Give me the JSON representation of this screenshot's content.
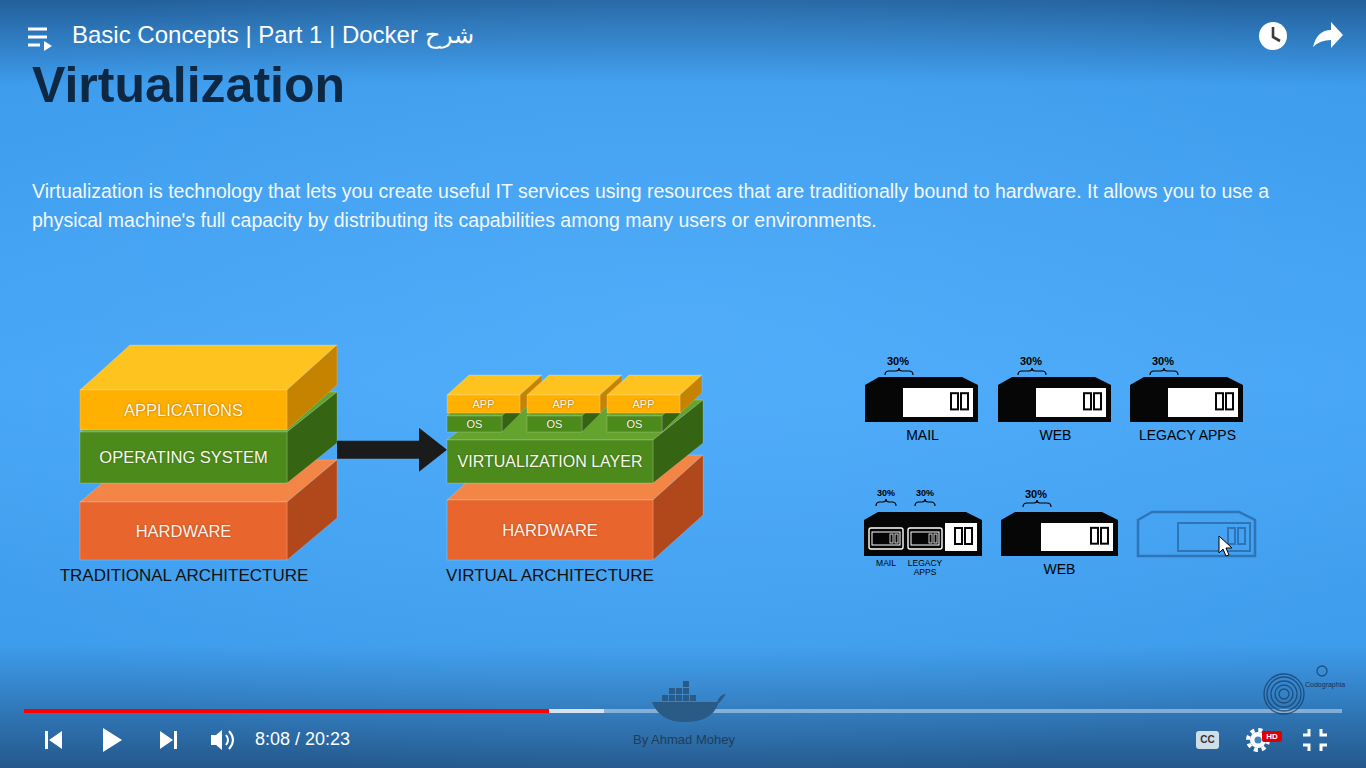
{
  "diagram": {
    "title": "Virtualization",
    "nodes": [
      {
        "text": [
          "APPLICATIONS"
        ]
      },
      {
        "text": [
          "OPERATING SYSTEM"
        ]
      },
      {
        "text": [
          "HARDWARE"
        ]
      },
      {
        "text": [
          "APP"
        ]
      },
      {
        "text": [
          "OS"
        ]
      },
      {
        "text": [
          "APP"
        ]
      },
      {
        "text": [
          "OS"
        ]
      },
      {
        "text": [
          "APP"
        ]
      },
      {
        "text": [
          "OS"
        ]
      },
      {
        "text": [
          "VIRTUALIZATION LAYER"
        ]
      },
      {
        "text": [
          "HARDWARE"
        ]
      },
      {
        "text": [
          "30%",
          "MAIL"
        ]
      },
      {
        "text": [
          "30%",
          "WEB"
        ]
      },
      {
        "text": [
          "30%",
          "LEGACY APPS"
        ]
      },
      {
        "text": [
          "30%",
          "MAIL"
        ]
      },
      {
        "text": [
          "30%",
          "LEGACY APPS"
        ]
      },
      {
        "text": [
          "30%",
          "WEB"
        ]
      }
    ],
    "edges": [
      {
        "from": 1,
        "to": 9,
        "arrow": "to"
      }
    ],
    "labels": [
      "Basic Concepts | Part 1 | Docker شرح",
      "Virtualization is technology that lets you create useful IT services using resources that are traditionally bound to hardware. It allows you to use a physical machine's full capacity by distributing its capabilities among many users or environments.",
      "TRADITIONAL ARCHITECTURE",
      "VIRTUAL ARCHITECTURE",
      "8:08 / 20:23",
      "By Ahmad Mohey",
      "CC",
      "HD",
      "Codographia"
    ]
  }
}
